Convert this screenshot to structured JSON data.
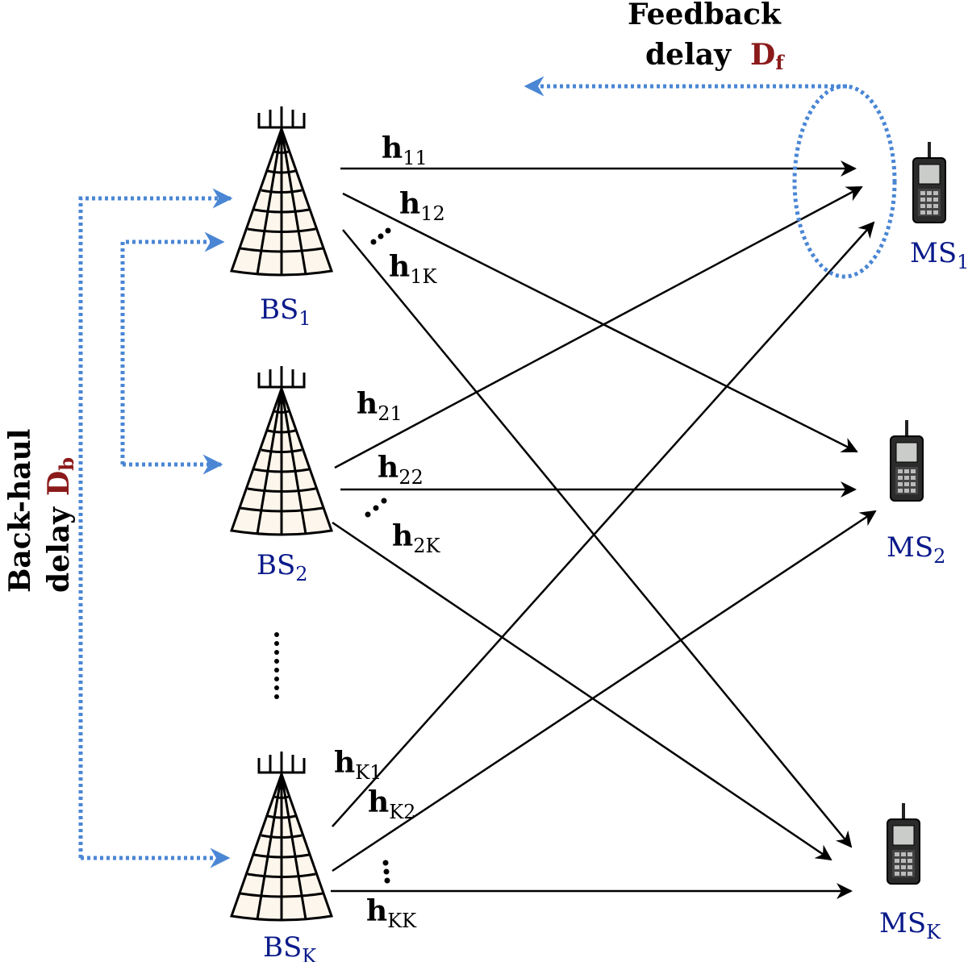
{
  "base_stations": [
    {
      "label": "BS",
      "sub": "1"
    },
    {
      "label": "BS",
      "sub": "2"
    },
    {
      "label": "BS",
      "sub": "K"
    }
  ],
  "mobile_stations": [
    {
      "label": "MS",
      "sub": "1"
    },
    {
      "label": "MS",
      "sub": "2"
    },
    {
      "label": "MS",
      "sub": "K"
    }
  ],
  "channels": [
    {
      "label": "h",
      "sub": "11"
    },
    {
      "label": "h",
      "sub": "12"
    },
    {
      "label": "h",
      "sub": "1K"
    },
    {
      "label": "h",
      "sub": "21"
    },
    {
      "label": "h",
      "sub": "22"
    },
    {
      "label": "h",
      "sub": "2K"
    },
    {
      "label": "h",
      "sub": "K1"
    },
    {
      "label": "h",
      "sub": "K2"
    },
    {
      "label": "h",
      "sub": "KK"
    }
  ],
  "feedback": {
    "line1": "Feedback",
    "line2": "delay",
    "symbol": "D",
    "sub": "f"
  },
  "backhaul": {
    "line1": "Back-haul",
    "line2": "delay",
    "symbol": "D",
    "sub": "b"
  },
  "colors": {
    "dotted_arrow": "#4a86d4",
    "channel_arrow": "#000000",
    "node_text": "#0a1a8a",
    "delay_symbol": "#8b1a1a"
  }
}
